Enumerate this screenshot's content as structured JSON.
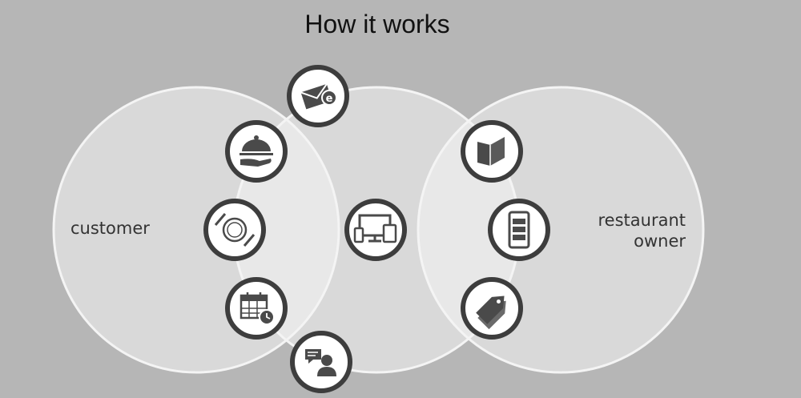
{
  "title": "How it works",
  "groups": {
    "left": "customer",
    "right_line1": "restaurant",
    "right_line2": "owner"
  },
  "icons": [
    {
      "name": "email-icon"
    },
    {
      "name": "food-service-icon"
    },
    {
      "name": "dining-plate-icon"
    },
    {
      "name": "calendar-clock-icon"
    },
    {
      "name": "user-chat-icon"
    },
    {
      "name": "multi-device-icon"
    },
    {
      "name": "menu-book-icon"
    },
    {
      "name": "mobile-app-icon"
    },
    {
      "name": "price-tag-icon"
    }
  ],
  "colors": {
    "background": "#b6b6b6",
    "circle_fill": "#d9d9d9",
    "overlap_fill": "#e8e8e8",
    "circle_stroke": "#f4f4f4",
    "icon_ring": "#3d3d3d",
    "icon_fill": "#ffffff",
    "glyph": "#4a4a4a"
  }
}
